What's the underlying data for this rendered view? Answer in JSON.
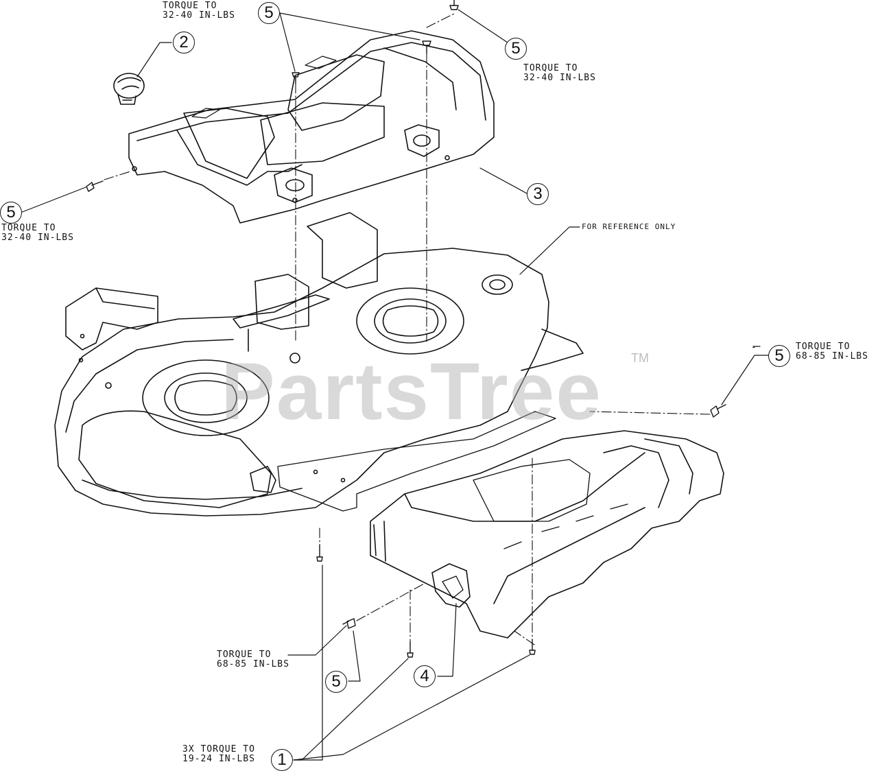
{
  "watermark": {
    "text": "PartsTree",
    "trademark": "TM"
  },
  "annotations": {
    "torque_top_left": [
      "TORQUE TO",
      "32-40 IN-LBS"
    ],
    "torque_top_right": [
      "TORQUE TO",
      "32-40 IN-LBS"
    ],
    "torque_left": [
      "TORQUE TO",
      "32-40 IN-LBS"
    ],
    "torque_right": [
      "TORQUE TO",
      "68-85 IN-LBS"
    ],
    "torque_bottom": [
      "TORQUE TO",
      "68-85 IN-LBS"
    ],
    "torque_bolts": [
      "3X TORQUE TO",
      "19-24 IN-LBS"
    ],
    "reference_note": "FOR REFERENCE ONLY",
    "dash_mark": "-"
  },
  "callouts": {
    "c1": "1",
    "c2": "2",
    "c3": "3",
    "c4": "4",
    "c5_top_left": "5",
    "c5_top_right": "5",
    "c5_left": "5",
    "c5_right": "5",
    "c5_bottom": "5"
  }
}
